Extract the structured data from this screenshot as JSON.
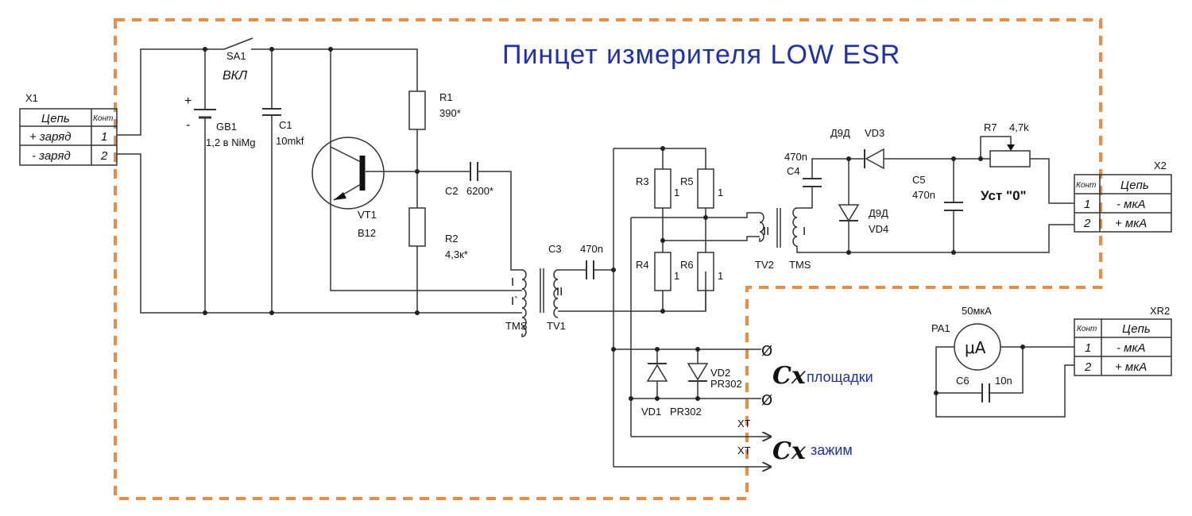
{
  "title": "Пинцет измерителя LOW ESR",
  "colors": {
    "title": "#1e2fb5",
    "frame": "#f08a3c",
    "wire": "#333333"
  },
  "connectors": {
    "x1": {
      "name": "X1",
      "header_circuit": "Цепь",
      "header_contact": "Конт",
      "rows": [
        {
          "circuit": "+ заряд",
          "pin": "1"
        },
        {
          "circuit": "- заряд",
          "pin": "2"
        }
      ]
    },
    "x2": {
      "name": "X2",
      "header_contact": "Конт",
      "header_circuit": "Цепь",
      "rows": [
        {
          "pin": "1",
          "circuit": "- мкА"
        },
        {
          "pin": "2",
          "circuit": "+ мкА"
        }
      ]
    },
    "xr2": {
      "name": "XR2",
      "header_contact": "Конт",
      "header_circuit": "Цепь",
      "rows": [
        {
          "pin": "1",
          "circuit": "- мкА"
        },
        {
          "pin": "2",
          "circuit": "+ мкА"
        }
      ]
    }
  },
  "components": {
    "sa1": {
      "ref": "SA1",
      "label": "ВКЛ"
    },
    "gb1": {
      "plus": "+",
      "minus": "-",
      "ref": "GB1",
      "value": "1,2 в NiMg"
    },
    "c1": {
      "ref": "C1",
      "value": "10mkf"
    },
    "vt1": {
      "ref": "VT1",
      "type": "B12"
    },
    "r1": {
      "ref": "R1",
      "value": "390*"
    },
    "r2": {
      "ref": "R2",
      "value": "4,3к*"
    },
    "c2": {
      "ref": "C2",
      "value": "6200*"
    },
    "tv1": {
      "winding_1": "I",
      "winding_1b": "I`",
      "winding_2": "II",
      "core": "TMS",
      "ref": "TV1"
    },
    "c3": {
      "ref": "C3",
      "value": "470n"
    },
    "r3": {
      "ref": "R3",
      "value": "1"
    },
    "r5": {
      "ref": "R5",
      "value": "1"
    },
    "r4": {
      "ref": "R4",
      "value": "1"
    },
    "r6": {
      "ref": "R6",
      "value": "1"
    },
    "tv2": {
      "winding_2": "II",
      "winding_1": "I",
      "ref": "TV2",
      "core": "TMS"
    },
    "c4": {
      "value": "470n",
      "ref": "C4"
    },
    "vd3": {
      "type": "Д9Д",
      "ref": "VD3"
    },
    "vd4": {
      "type": "Д9Д",
      "ref": "VD4"
    },
    "c5": {
      "ref": "C5",
      "value": "470n"
    },
    "r7": {
      "ref": "R7",
      "value": "4,7k",
      "label": "Уст \"0\""
    },
    "vd1": {
      "ref": "VD1",
      "type": "PR302"
    },
    "vd2": {
      "ref": "VD2",
      "type": "PR302"
    },
    "pa1": {
      "range": "50мкА",
      "ref": "PA1",
      "symbol": "μA"
    },
    "c6": {
      "ref": "C6",
      "value": "10n"
    }
  },
  "outputs": {
    "pads": {
      "terminal": "Ø",
      "symbol": "Cx",
      "label": "площадки"
    },
    "clamp": {
      "xt_1": "XT",
      "xt_2": "XT",
      "symbol": "Cx",
      "label": "зажим"
    }
  }
}
